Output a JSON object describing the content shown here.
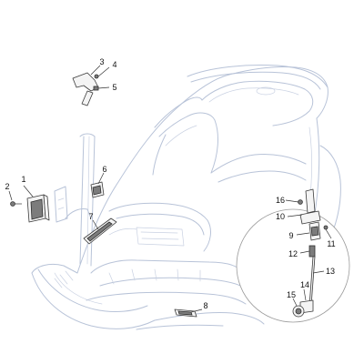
{
  "callouts": [
    {
      "label": "1"
    },
    {
      "label": "2"
    },
    {
      "label": "3"
    },
    {
      "label": "4"
    },
    {
      "label": "5"
    },
    {
      "label": "6"
    },
    {
      "label": "7"
    },
    {
      "label": "8"
    },
    {
      "label": "9"
    },
    {
      "label": "10"
    },
    {
      "label": "11"
    },
    {
      "label": "12"
    },
    {
      "label": "13"
    },
    {
      "label": "14"
    },
    {
      "label": "15"
    },
    {
      "label": "16"
    }
  ],
  "colors": {
    "frame_line": "#b8c3d8",
    "part_line": "#3a3a3a",
    "part_fill": "#f4f4f4",
    "dark_part": "#7c7c7c",
    "label_text": "#111111"
  }
}
